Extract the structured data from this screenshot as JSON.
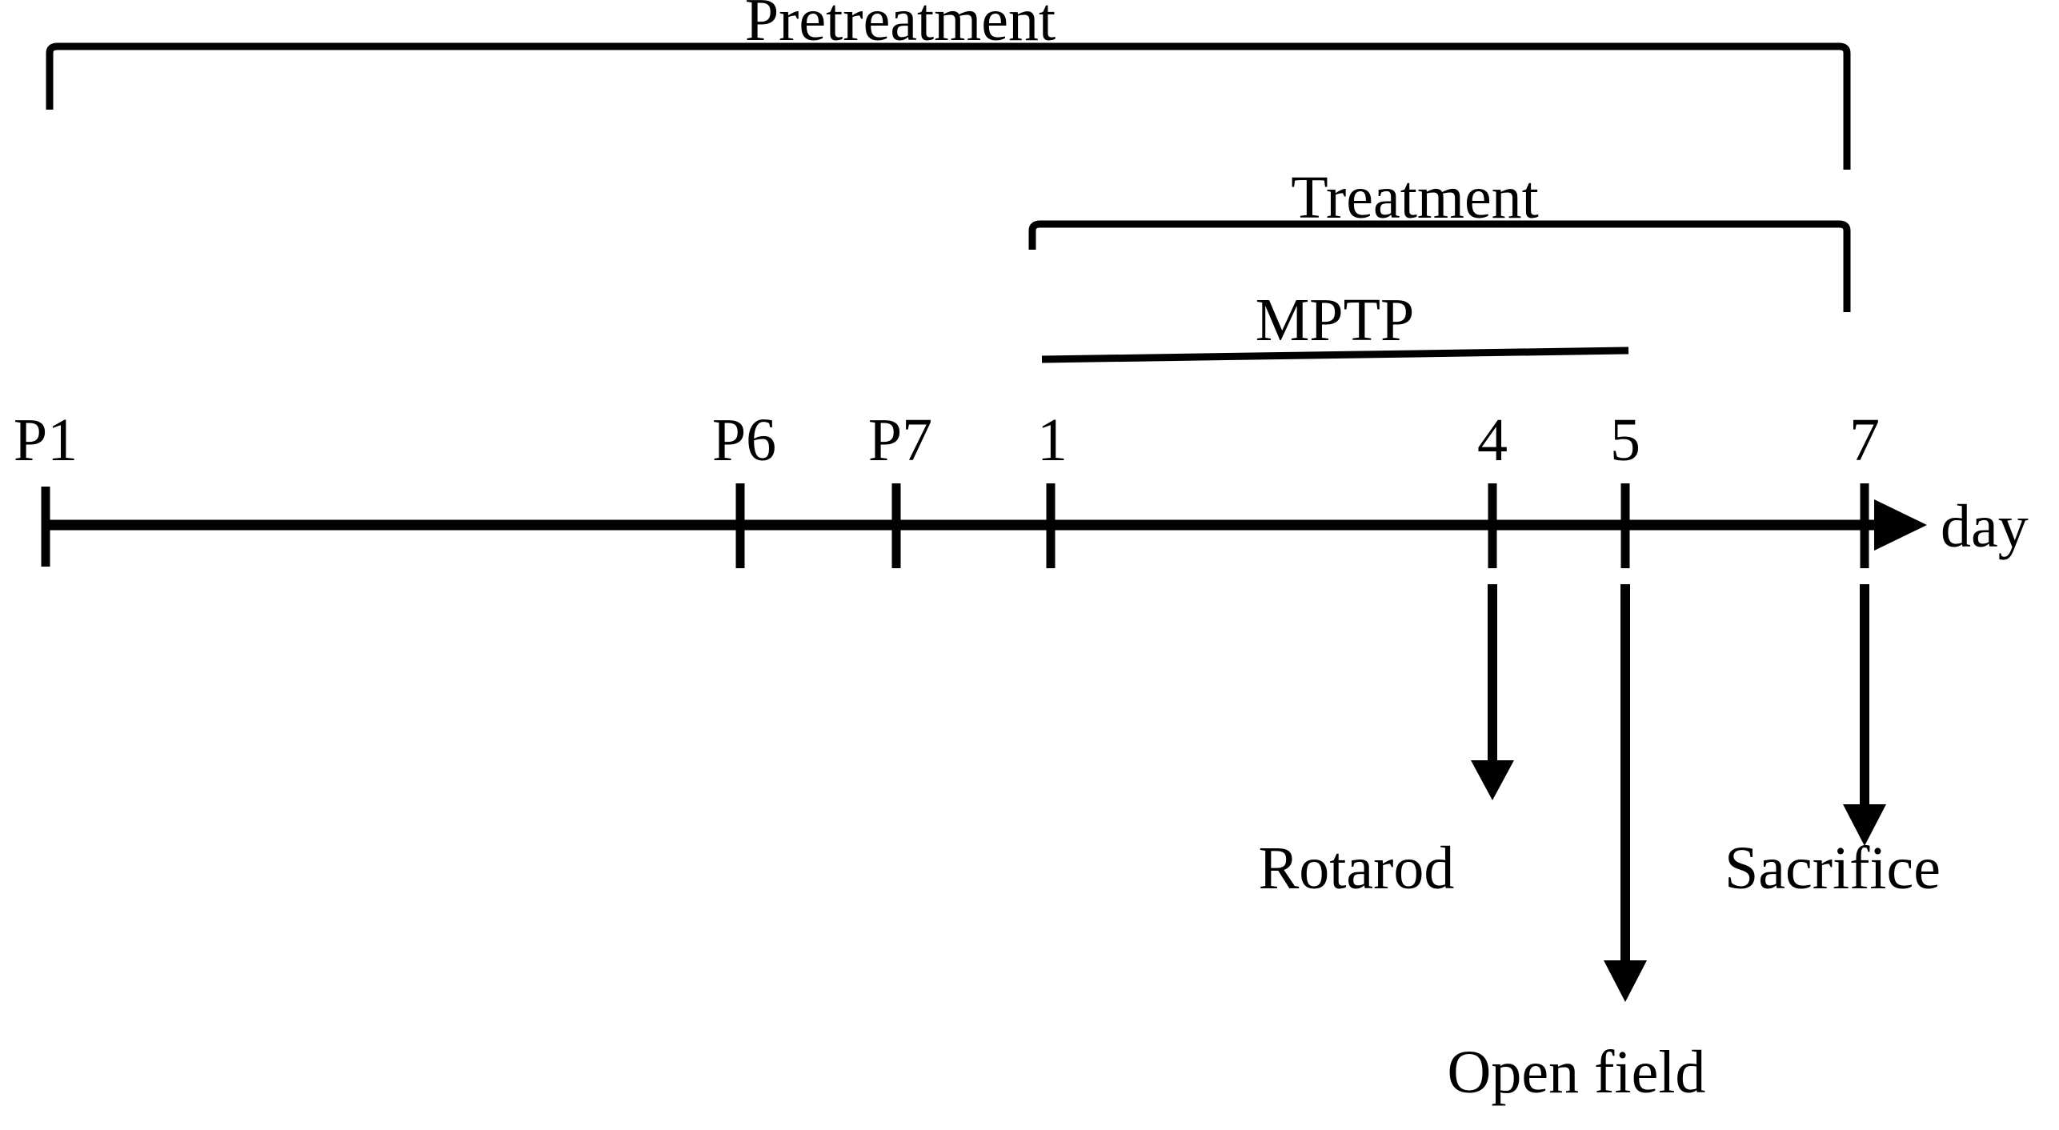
{
  "figure": {
    "type": "experimental-timeline",
    "background_color": "#ffffff",
    "line_color": "#000000",
    "axis_label": "day"
  },
  "phases": [
    {
      "id": "pretreatment",
      "label": "Pretreatment",
      "bracket_start_tick": "P1",
      "bracket_end_tick": "7"
    },
    {
      "id": "treatment",
      "label": "Treatment",
      "bracket_start_tick": "1",
      "bracket_end_tick": "7"
    }
  ],
  "drug": {
    "id": "mptp",
    "label": "MPTP",
    "span_start_tick": "1",
    "span_end_tick": "4"
  },
  "axis": {
    "label": "day",
    "ticks": [
      {
        "id": "p1",
        "label": "P1"
      },
      {
        "id": "p6",
        "label": "P6"
      },
      {
        "id": "p7",
        "label": "P7"
      },
      {
        "id": "d1",
        "label": "1"
      },
      {
        "id": "d4",
        "label": "4"
      },
      {
        "id": "d5",
        "label": "5"
      },
      {
        "id": "d7",
        "label": "7"
      }
    ]
  },
  "events": [
    {
      "id": "rotarod",
      "label": "Rotarod",
      "at_tick": "4"
    },
    {
      "id": "open-field",
      "label": "Open field",
      "at_tick": "5"
    },
    {
      "id": "sacrifice",
      "label": "Sacrifice",
      "at_tick": "7"
    }
  ]
}
